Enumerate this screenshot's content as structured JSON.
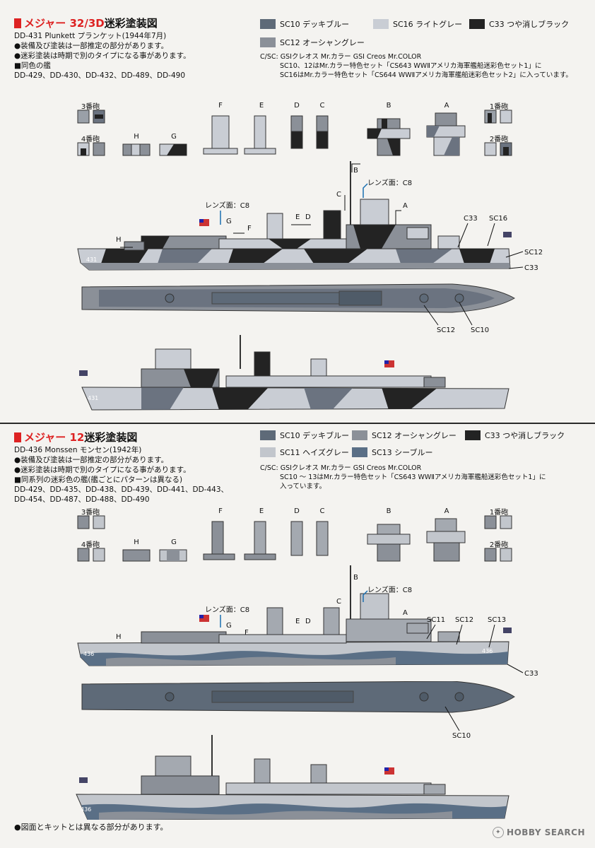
{
  "section1": {
    "title_red": "メジャー 32/3D",
    "title_rest": "迷彩塗装図",
    "info": [
      "DD-431 Plunkett プランケット(1944年7月)",
      "●装備及び塗装は一部推定の部分があります。",
      "●迷彩塗装は時期で別のタイプになる事があります。",
      "■同色の艦",
      "DD-429、DD-430、DD-432、DD-489、DD-490"
    ],
    "swatches": [
      {
        "label": "SC10 デッキブルー",
        "color": "#5e6a78"
      },
      {
        "label": "SC16 ライトグレー",
        "color": "#c9cdd4"
      },
      {
        "label": "C33 つや消しブラック",
        "color": "#232323"
      },
      {
        "label": "SC12 オーシャングレー",
        "color": "#8b9098"
      }
    ],
    "gsi": [
      "C/SC: GSIクレオス Mr.カラー GSI Creos Mr.COLOR",
      "SC10、12はMr.カラー特色セット「CS643 WWⅡアメリカ海軍艦船迷彩色セット1」に",
      "SC16はMr.カラー特色セット「CS644 WWⅡアメリカ海軍艦船迷彩色セット2」に入っています。"
    ],
    "parts_labels": {
      "g3": "3番砲",
      "g4": "4番砲",
      "h": "H",
      "g": "G",
      "f": "F",
      "e": "E",
      "d": "D",
      "c": "C",
      "b": "B",
      "a": "A",
      "g1": "1番砲",
      "g2": "2番砲"
    },
    "callouts": {
      "lens1": "レンズ面：C8",
      "lens2": "レンズ面：C8",
      "b": "B",
      "c": "C",
      "a": "A",
      "g": "G",
      "f": "F",
      "e": "E",
      "d": "D",
      "h": "H",
      "c33": "C33",
      "sc16": "SC16",
      "sc12": "SC12",
      "c33b": "C33",
      "sc12b": "SC12",
      "sc10": "SC10"
    },
    "hull": {
      "p1": "431",
      "p2": "431"
    }
  },
  "section2": {
    "title_red": "メジャー 12",
    "title_rest": "迷彩塗装図",
    "info": [
      "DD-436 Monssen モンセン(1942年)",
      "●装備及び塗装は一部推定の部分があります。",
      "●迷彩塗装は時期で別のタイプになる事があります。",
      "■同系列の迷彩色の艦(艦ごとにパターンは異なる)",
      "DD-429、DD-435、DD-438、DD-439、DD-441、DD-443、",
      "DD-454、DD-487、DD-488、DD-490"
    ],
    "swatches": [
      {
        "label": "SC10 デッキブルー",
        "color": "#5e6a78"
      },
      {
        "label": "SC12 オーシャングレー",
        "color": "#8b9098"
      },
      {
        "label": "C33 つや消しブラック",
        "color": "#232323"
      },
      {
        "label": "SC11 ヘイズグレー",
        "color": "#c2c6cc"
      },
      {
        "label": "SC13 シーブルー",
        "color": "#5a6f86"
      }
    ],
    "gsi": [
      "C/SC: GSIクレオス Mr.カラー GSI Creos Mr.COLOR",
      "SC10 ～ 13はMr.カラー特色セット「CS643 WWⅡアメリカ海軍艦船迷彩色セット1」に",
      "入っています。"
    ],
    "parts_labels": {
      "g3": "3番砲",
      "g4": "4番砲",
      "h": "H",
      "g": "G",
      "f": "F",
      "e": "E",
      "d": "D",
      "c": "C",
      "b": "B",
      "a": "A",
      "g1": "1番砲",
      "g2": "2番砲"
    },
    "callouts": {
      "lens1": "レンズ面：C8",
      "lens2": "レンズ面：C8",
      "b": "B",
      "c": "C",
      "a": "A",
      "g": "G",
      "f": "F",
      "e": "E",
      "d": "D",
      "h": "H",
      "sc11": "SC11",
      "sc12": "SC12",
      "sc13": "SC13",
      "c33": "C33",
      "sc10": "SC10"
    },
    "hull": {
      "p1": "436",
      "p2": "436",
      "p3": "436"
    }
  },
  "footnote": "●図面とキットとは異なる部分があります。",
  "watermark": "HOBBY SEARCH"
}
